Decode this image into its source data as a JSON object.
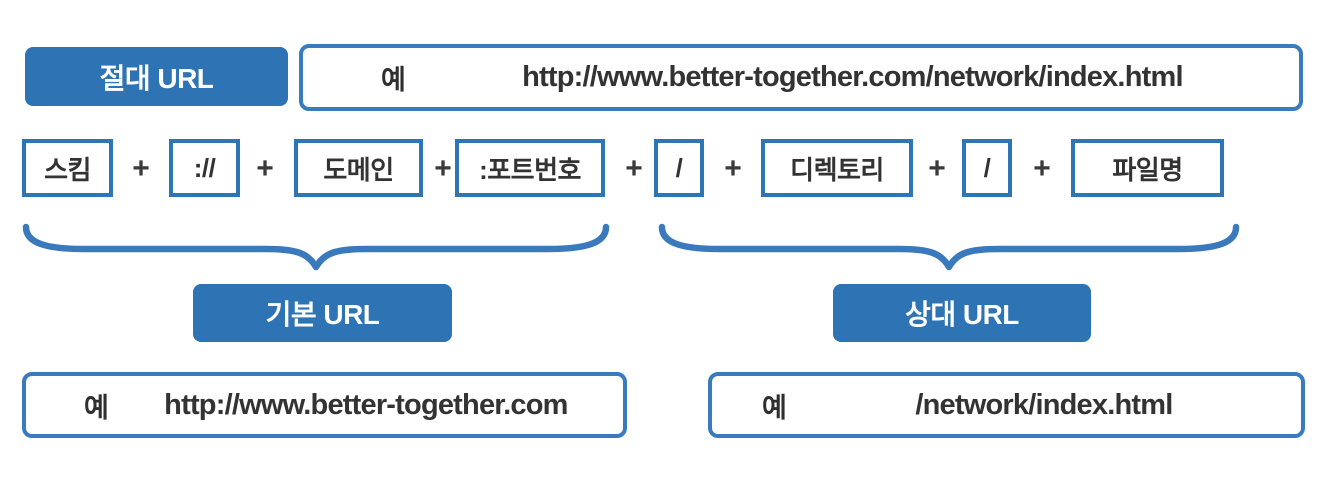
{
  "colors": {
    "accent_blue": "#2E74B5",
    "border_blue": "#3A7BC0",
    "brace_blue": "#3B79BD",
    "text_dark": "#333333",
    "background": "#FFFFFF"
  },
  "absolute_url": {
    "label": "절대 URL",
    "example_prefix": "예",
    "example_value": "http://www.better-together.com/network/index.html"
  },
  "url_parts": {
    "separator": "+",
    "items": [
      "스킴",
      "://",
      "도메인",
      ":포트번호",
      "/",
      "디렉토리",
      "/",
      "파일명"
    ]
  },
  "base_url": {
    "label": "기본 URL",
    "example_prefix": "예",
    "example_value": "http://www.better-together.com"
  },
  "relative_url": {
    "label": "상대 URL",
    "example_prefix": "예",
    "example_value": "/network/index.html"
  }
}
